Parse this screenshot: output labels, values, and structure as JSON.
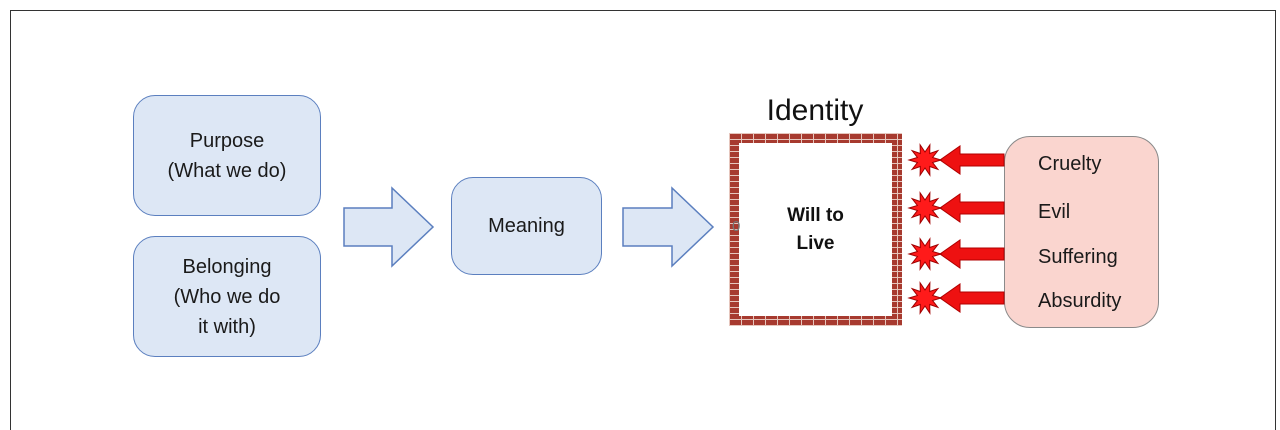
{
  "diagram": {
    "purpose_box": {
      "line1": "Purpose",
      "line2": "(What we do)"
    },
    "belonging_box": {
      "line1": "Belonging",
      "line2": "(Who we do",
      "line3": "it with)"
    },
    "meaning_box": {
      "label": "Meaning"
    },
    "identity": {
      "title": "Identity",
      "wall_line1": "Will to",
      "wall_line2": "Live",
      "stray_char": "0"
    },
    "threats": [
      "Cruelty",
      "Evil",
      "Suffering",
      "Absurdity"
    ],
    "colors": {
      "blue_fill": "#dde7f5",
      "blue_border": "#5b7fbf",
      "pink_fill": "#fad5cf",
      "brick": "#a73a2f",
      "red_arrow": "#ee1111",
      "burst": "#ff1a1a"
    },
    "icons": {
      "attack_arrow": "left-arrow-icon",
      "impact": "burst-icon",
      "flow_arrow": "right-arrow-icon"
    }
  }
}
